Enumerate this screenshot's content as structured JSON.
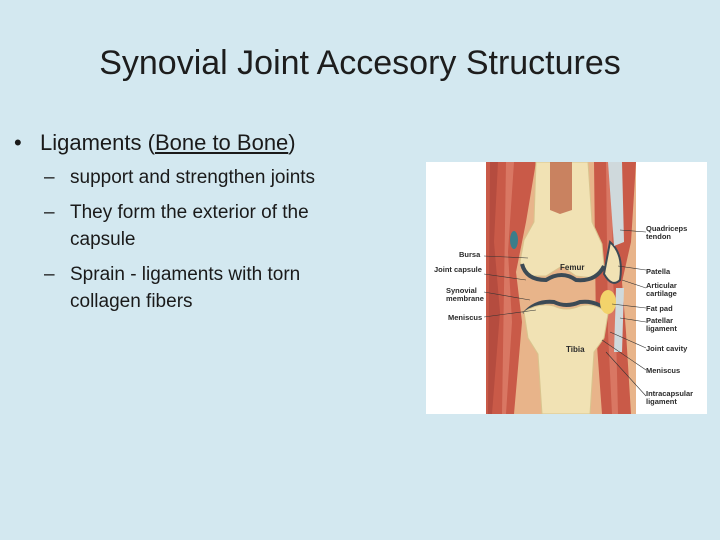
{
  "slide": {
    "title": "Synovial Joint Accesory Structures",
    "bullet": {
      "prefix": "Ligaments (",
      "underlined": "Bone to Bone",
      "suffix": ")"
    },
    "sub_bullets": [
      "support and strengthen joints",
      "They form the exterior of the capsule",
      "Sprain - ligaments with torn collagen fibers"
    ]
  },
  "figure": {
    "left_labels": [
      "Bursa",
      "Joint capsule",
      "Synovial membrane",
      "Meniscus"
    ],
    "right_labels": [
      "Quadriceps tendon",
      "Patella",
      "Articular cartilage",
      "Fat pad",
      "Patellar ligament",
      "Joint cavity",
      "Meniscus",
      "Intracapsular ligament"
    ],
    "bone_labels": [
      "Femur",
      "Tibia"
    ],
    "colors": {
      "muscle": "#c85a4a",
      "bone": "#f1e2b4",
      "capsule": "#9fb8c4",
      "background": "#d3e8f0"
    }
  }
}
